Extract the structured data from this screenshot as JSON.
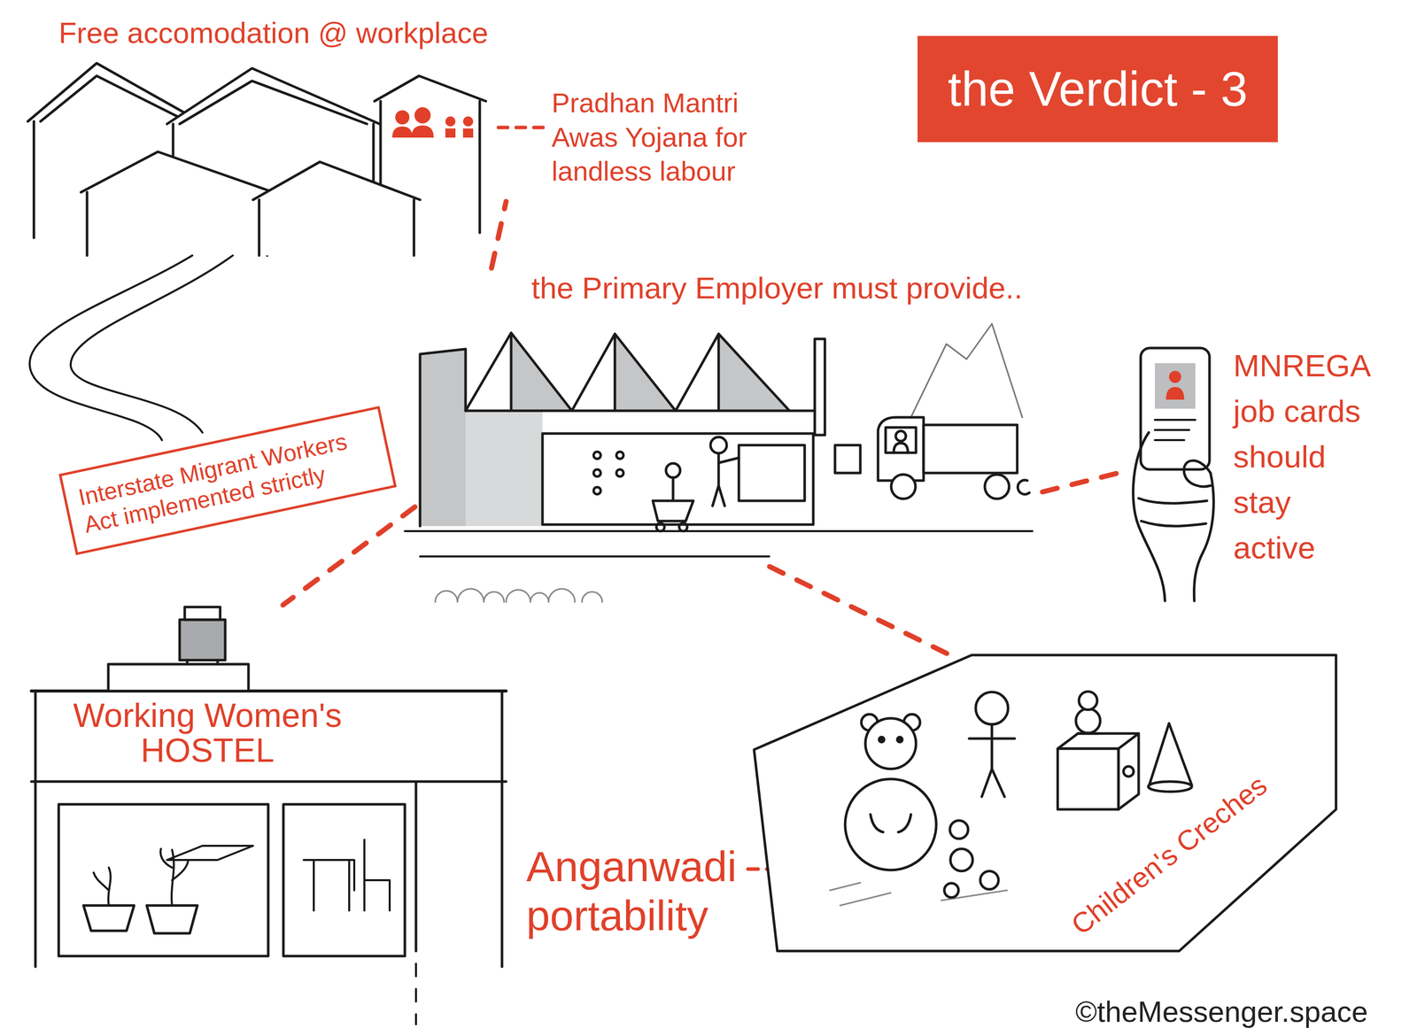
{
  "diagram": {
    "title": "the Verdict - 3",
    "nodes": [
      {
        "text": [
          "Free accomodation @ workplace"
        ]
      },
      {
        "text": [
          "the Primary Employer must provide.."
        ]
      },
      {
        "text": [
          "Interstate Migrant Workers Act implemented strictly"
        ]
      },
      {
        "text": [
          "MNREGA job cards should stay active"
        ]
      },
      {
        "text": [
          "Working Women's HOSTEL"
        ]
      },
      {
        "text": [
          "Children's Creches"
        ]
      }
    ],
    "edges": [
      {
        "from": 1,
        "to": 0,
        "arrow": "none"
      },
      {
        "from": 1,
        "to": 3,
        "arrow": "none"
      },
      {
        "from": 1,
        "to": 4,
        "arrow": "none"
      },
      {
        "from": 1,
        "to": 5,
        "arrow": "none"
      }
    ],
    "labels": [
      "Pradhan Mantri Awas Yojana for landless labour",
      "Anganwadi portability",
      "©theMessenger.space"
    ]
  }
}
